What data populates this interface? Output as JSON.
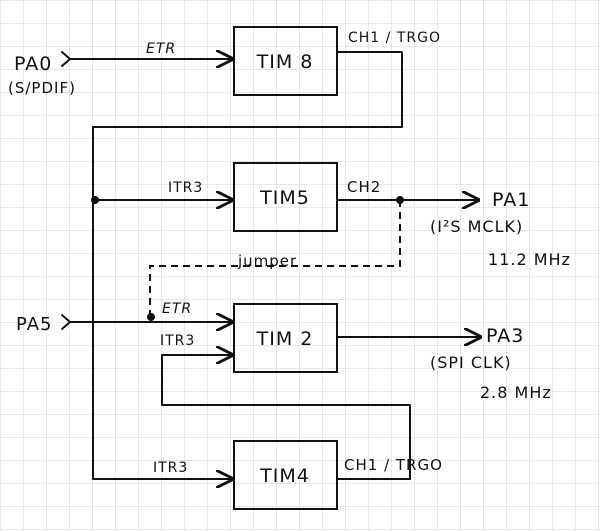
{
  "blocks": {
    "tim8": "TIM 8",
    "tim5": "TIM5",
    "tim2": "TIM 2",
    "tim4": "TIM4"
  },
  "inputs": {
    "pa0": "PA0",
    "pa0_note": "(S/PDIF)",
    "pa5": "PA5"
  },
  "outputs": {
    "pa1": "PA1",
    "pa1_note": "(I²S MCLK)",
    "pa1_freq": "11.2 MHz",
    "pa3": "PA3",
    "pa3_note": "(SPI CLK)",
    "pa3_freq": "2.8 MHz"
  },
  "signals": {
    "tim8_in": "ETR",
    "tim8_out": "CH1 / TRGO",
    "tim5_in": "ITR3",
    "tim5_out": "CH2",
    "jumper": "jumper",
    "tim2_etr": "ETR",
    "tim2_itr": "ITR3",
    "tim4_in": "ITR3",
    "tim4_out": "CH1 / TRGO"
  }
}
